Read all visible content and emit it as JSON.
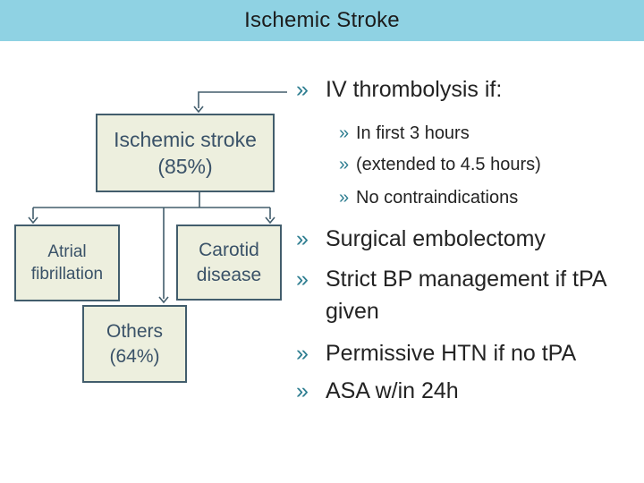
{
  "colors": {
    "header_bg": "#8FD2E3",
    "header_text": "#1C1C1C",
    "box_fill": "#EDEFDE",
    "box_border": "#425D6C",
    "box_text": "#3A5268",
    "connector": "#425D6C",
    "bullet_marker": "#2D7D90",
    "body_text": "#232323"
  },
  "header": {
    "title": "Ischemic Stroke"
  },
  "diagram": {
    "boxes": {
      "ischemic": {
        "label": "Ischemic stroke\n(85%)"
      },
      "atrial": {
        "label": "Atrial\nfibrillation"
      },
      "carotid": {
        "label": "Carotid\ndisease"
      },
      "others": {
        "label": "Others\n(64%)"
      }
    }
  },
  "bullets": {
    "marker": "»",
    "items": [
      {
        "level": 1,
        "text": "IV thrombolysis if:"
      },
      {
        "level": 2,
        "text": "In first 3 hours"
      },
      {
        "level": 2,
        "text": "(extended to 4.5 hours)"
      },
      {
        "level": 2,
        "text": "No contraindications"
      },
      {
        "level": 1,
        "text": "Surgical embolectomy"
      },
      {
        "level": 1,
        "text": "Strict BP management if tPA given"
      },
      {
        "level": 1,
        "text": "Permissive HTN if no tPA"
      },
      {
        "level": 1,
        "text": "ASA w/in 24h"
      }
    ]
  }
}
